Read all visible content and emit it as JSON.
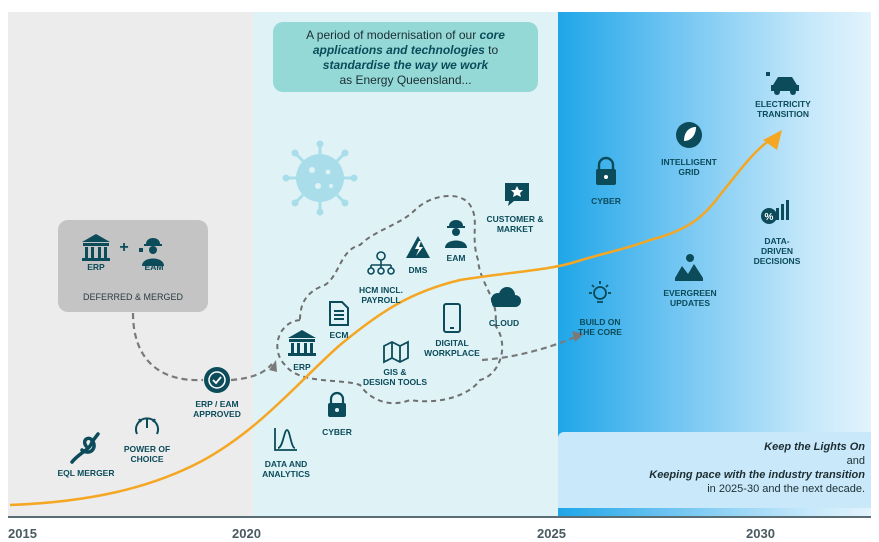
{
  "timeline": {
    "years": [
      "2015",
      "2020",
      "2025",
      "2030"
    ]
  },
  "callout": {
    "line1": "A period of modernisation of our ",
    "core_emph": "core",
    "line2_emph": "applications and technologies",
    "line2_tail": " to",
    "line3_emph": "standardise the way we work",
    "line4": "as Energy Queensland..."
  },
  "deferred": {
    "erp_label": "ERP",
    "plus": "+",
    "eam_label": "EAM",
    "caption": "DEFERRED & MERGED"
  },
  "milestones": {
    "eql_merger": "EQL MERGER",
    "power_of_choice_1": "POWER OF",
    "power_of_choice_2": "CHOICE",
    "erp_eam_approved_1": "ERP / EAM",
    "erp_eam_approved_2": "APPROVED",
    "data_analytics_1": "DATA AND",
    "data_analytics_2": "ANALYTICS",
    "cyber_2020": "CYBER",
    "erp": "ERP",
    "ecm": "ECM",
    "hcm_1": "HCM INCL.",
    "hcm_2": "PAYROLL",
    "dms": "DMS",
    "eam": "EAM",
    "gis_1": "GIS &",
    "gis_2": "DESIGN TOOLS",
    "digital_1": "DIGITAL",
    "digital_2": "WORKPLACE",
    "cloud": "CLOUD",
    "customer_1": "CUSTOMER &",
    "customer_2": "MARKET",
    "cyber_2025": "CYBER",
    "build_1": "BUILD ON",
    "build_2": "THE CORE",
    "intelligent_1": "INTELLIGENT",
    "intelligent_2": "GRID",
    "evergreen_1": "EVERGREEN",
    "evergreen_2": "UPDATES",
    "data_driven_1": "DATA-",
    "data_driven_2": "DRIVEN",
    "data_driven_3": "DECISIONS",
    "electricity_1": "ELECTRICITY",
    "electricity_2": "TRANSITION"
  },
  "keep_lights": {
    "line1": "Keep the Lights On",
    "line2": "and",
    "line3": "Keeping pace with the industry transition",
    "line4": "in 2025-30 and the next decade."
  },
  "colors": {
    "accent_orange": "#f5a623",
    "teal_dark": "#0b4b5a",
    "dash_grey": "#7a7a7a",
    "callout_bg": "#94d9d6"
  }
}
